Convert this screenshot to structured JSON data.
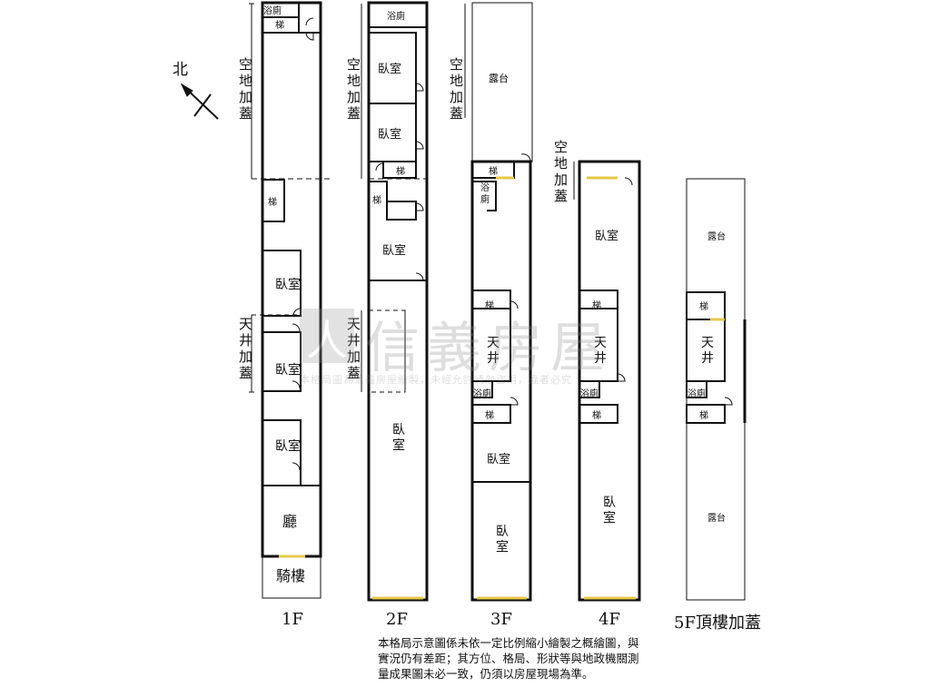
{
  "compass": {
    "label": "北"
  },
  "floors": {
    "f1": {
      "label": "1F"
    },
    "f2": {
      "label": "2F"
    },
    "f3": {
      "label": "3F"
    },
    "f4": {
      "label": "4F"
    },
    "f5": {
      "label": "5F頂樓加蓋"
    }
  },
  "side_labels": {
    "empty_land_roof": "空地加蓋",
    "atrium_roof": "天井加蓋"
  },
  "rooms": {
    "bathroom": "浴廁",
    "stairs": "梯",
    "bedroom": "臥室",
    "hall": "廳",
    "arcade": "騎樓",
    "balcony": "露台",
    "atrium": "天井"
  },
  "watermark": {
    "brand": "信義房屋",
    "logo_glyph": "人",
    "subtext": "本格局圖為信義房屋繪製，未經允許請勿盜用，違者必究"
  },
  "note": "本格局示意圖係未依一定比例縮小繪製之概繪圖，與實況仍有差距；其方位、格局、形狀等與地政機關測量成果圖未必一致，仍須以房屋現場為準。"
}
